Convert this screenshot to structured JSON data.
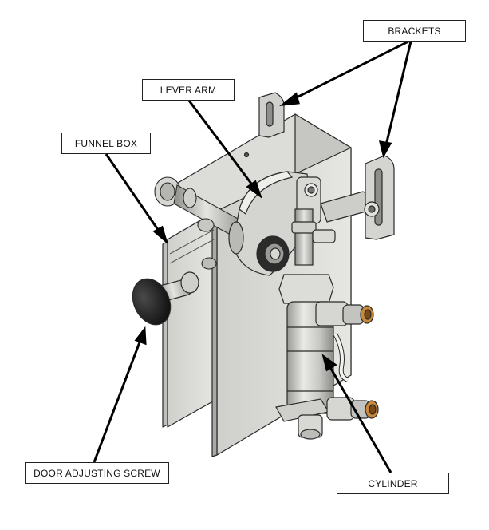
{
  "labels": {
    "brackets": "BRACKETS",
    "lever_arm": "LEVER ARM",
    "funnel_box": "FUNNEL BOX",
    "door_adjusting_screw": "DOOR ADJUSTING SCREW",
    "cylinder": "CYLINDER"
  },
  "colors": {
    "metal_light": "#d9d9d6",
    "metal_mid": "#bdbdba",
    "metal_dark": "#8e8e8b",
    "outline": "#2a2a2a",
    "knob": "#1e1e1e",
    "brass": "#c9893a",
    "leader": "#000000"
  }
}
